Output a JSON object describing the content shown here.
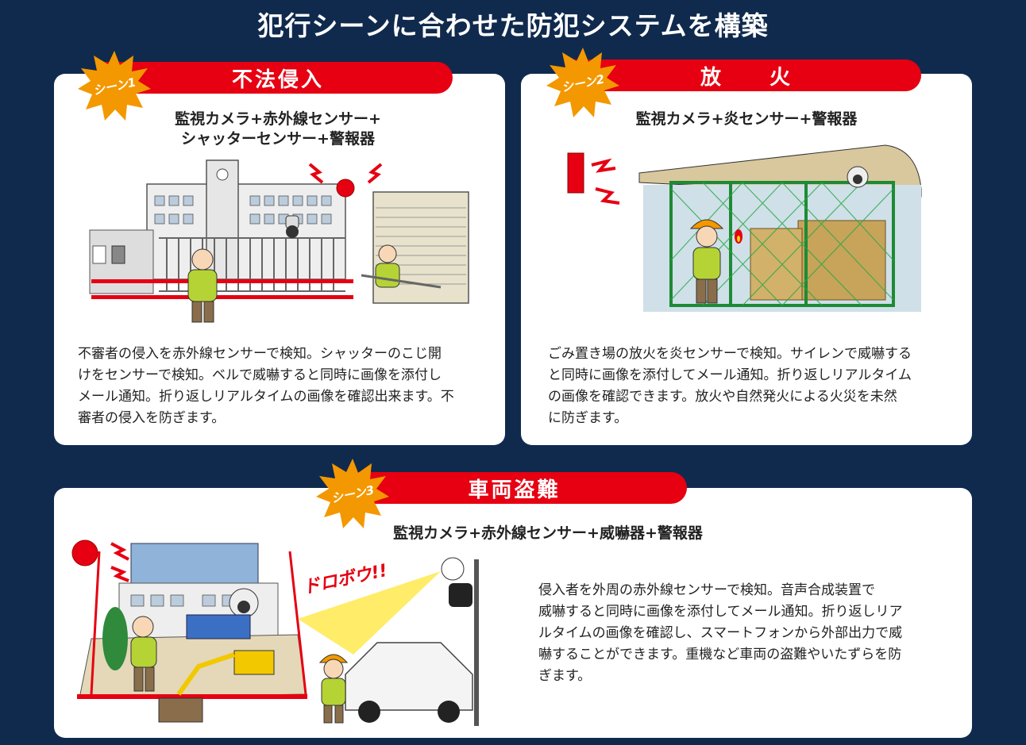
{
  "page": {
    "title": "犯行シーンに合わせた防犯システムを構築"
  },
  "colors": {
    "background": "#102a4e",
    "accent_red": "#e60012",
    "badge_orange": "#f39800",
    "net_green": "#2aa845"
  },
  "scenes": [
    {
      "badge": "シーン1",
      "title": "不法侵入",
      "subtitle_line1": "監視カメラ+赤外線センサー+",
      "subtitle_line2": "シャッターセンサー+警報器",
      "desc_lines": [
        "不審者の侵入を赤外線センサーで検知。シャッターのこじ開",
        "けをセンサーで検知。ベルで威嚇すると同時に画像を添付し",
        "メール通知。折り返しリアルタイムの画像を確認出来ます。不",
        "審者の侵入を防ぎます。"
      ]
    },
    {
      "badge": "シーン2",
      "title": "放　　火",
      "subtitle_line1": "監視カメラ+炎センサー+警報器",
      "desc_lines": [
        "ごみ置き場の放火を炎センサーで検知。サイレンで威嚇する",
        "と同時に画像を添付してメール通知。折り返しリアルタイム",
        "の画像を確認できます。放火や自然発火による火災を未然",
        "に防ぎます。"
      ]
    },
    {
      "badge": "シーン3",
      "title": "車両盗難",
      "subtitle_line1": "監視カメラ+赤外線センサー+威嚇器+警報器",
      "shout": "ドロボウ!!",
      "desc_lines": [
        "侵入者を外周の赤外線センサーで検知。音声合成装置で",
        "威嚇すると同時に画像を添付してメール通知。折り返しリア",
        "ルタイムの画像を確認し、スマートフォンから外部出力で威",
        "嚇することができます。重機など車両の盗難やいたずらを防",
        "ぎます。"
      ]
    }
  ]
}
